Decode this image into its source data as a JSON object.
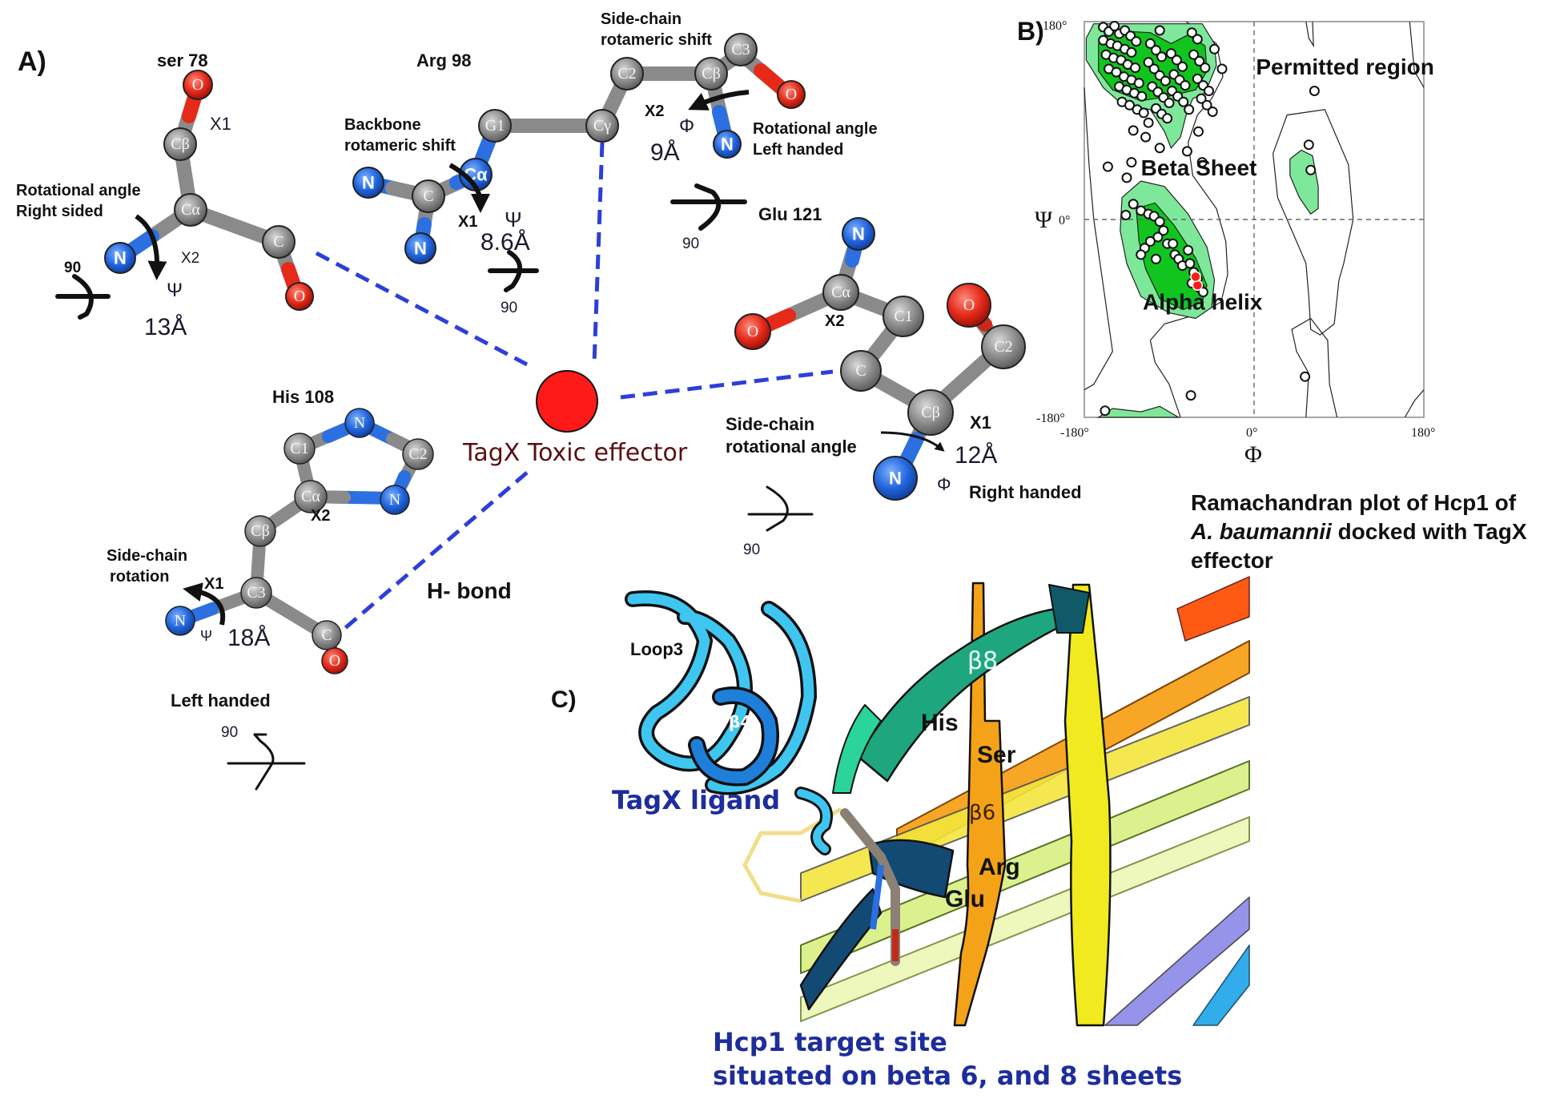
{
  "panels": {
    "a": {
      "label": "A)",
      "center": {
        "label": "TagX Toxic effector",
        "color": "#ff1a1a",
        "text_color": "#5a1010"
      },
      "hbond_label": "H- bond",
      "residues": [
        {
          "name": "ser 78",
          "atoms": [
            "O",
            "Cβ",
            "Cα",
            "N",
            "C",
            "O"
          ],
          "annotations": {
            "chi1": "X1",
            "chi2": "X2",
            "angle_symbol": "Ψ",
            "distance": "13Å",
            "rotation": "90",
            "note_line1": "Rotational angle",
            "note_line2": "Right sided"
          }
        },
        {
          "name": "Arg 98",
          "atoms": [
            "N",
            "C",
            "N",
            "Cα",
            "G1",
            "Cγ",
            "C2",
            "Cβ",
            "C3",
            "O",
            "N"
          ],
          "annotations": {
            "chi1": "X1",
            "chi2": "X2",
            "psi": "Ψ",
            "phi": "Φ",
            "distance1": "8.6Å",
            "distance2": "9Å",
            "rotation1": "90",
            "rotation2": "90",
            "backbone_note_line1": "Backbone",
            "backbone_note_line2": "rotameric shift",
            "sidechain_note_line1": "Side-chain",
            "sidechain_note_line2": "rotameric shift",
            "rot_note_line1": "Rotational angle",
            "rot_note_line2": "Left handed"
          }
        },
        {
          "name": "His 108",
          "atoms": [
            "N",
            "C1",
            "C2",
            "Cα",
            "N",
            "Cβ",
            "C3",
            "N",
            "C",
            "O"
          ],
          "annotations": {
            "chi1": "X1",
            "chi2": "X2",
            "angle_symbol": "Ψ",
            "distance": "18Å",
            "rotation": "90",
            "note_line1": "Side-chain",
            "note_line2": "rotation",
            "handedness": "Left handed"
          }
        },
        {
          "name": "Glu 121",
          "atoms": [
            "N",
            "Cα",
            "O",
            "C1",
            "C",
            "Cβ",
            "C2",
            "O",
            "N"
          ],
          "annotations": {
            "chi1": "X1",
            "chi2": "X2",
            "angle_symbol": "Φ",
            "distance": "12Å",
            "rotation": "90",
            "note_line1": "Side-chain",
            "note_line2": "rotational angle",
            "handedness": "Right handed"
          }
        }
      ]
    },
    "b": {
      "label": "B)",
      "caption_line1": "Ramachandran plot of Hcp1 of",
      "caption_species": "A. baumannii",
      "caption_line2_rest": " docked with TagX",
      "caption_line3": "effector"
    },
    "c": {
      "label": "C)",
      "ligand_label": "TagX ligand",
      "loop_label": "Loop3",
      "beta_labels": [
        "β4",
        "β8",
        "β6"
      ],
      "residue_labels": [
        "His",
        "Ser",
        "Arg",
        "Glu"
      ],
      "title_line1": "Hcp1 target site",
      "title_line2": "situated on beta 6, and 8 sheets"
    }
  },
  "chart_data": {
    "type": "scatter",
    "title": "Ramachandran plot of Hcp1 of A. baumannii docked with TagX effector",
    "xlabel": "Φ",
    "ylabel": "Ψ",
    "xlim": [
      -180,
      180
    ],
    "ylim": [
      -180,
      180
    ],
    "x_ticks": [
      "-180°",
      "0°",
      "180°"
    ],
    "y_ticks": [
      "180°",
      "0°",
      "-180°"
    ],
    "grid": "dashed zero lines",
    "annotations": [
      "Permitted region",
      "Beta Sheet",
      "Alpha helix"
    ],
    "colors": {
      "core": "#0fcc1a",
      "allowed": "#7ee89a",
      "point_fill": "#ffffff",
      "highlight": "#ff1a1a"
    },
    "points": [
      [
        -160,
        175
      ],
      [
        -154,
        171
      ],
      [
        -148,
        176
      ],
      [
        -143,
        169
      ],
      [
        -137,
        172
      ],
      [
        -131,
        167
      ],
      [
        -125,
        162
      ],
      [
        -160,
        163
      ],
      [
        -152,
        160
      ],
      [
        -145,
        158
      ],
      [
        -137,
        155
      ],
      [
        -130,
        152
      ],
      [
        -157,
        150
      ],
      [
        -149,
        147
      ],
      [
        -141,
        145
      ],
      [
        -134,
        141
      ],
      [
        -126,
        138
      ],
      [
        -154,
        137
      ],
      [
        -146,
        134
      ],
      [
        -138,
        130
      ],
      [
        -130,
        127
      ],
      [
        -122,
        124
      ],
      [
        -143,
        121
      ],
      [
        -135,
        118
      ],
      [
        -127,
        115
      ],
      [
        -119,
        112
      ],
      [
        -140,
        107
      ],
      [
        -132,
        104
      ],
      [
        -124,
        100
      ],
      [
        -117,
        97
      ],
      [
        -110,
        160
      ],
      [
        -104,
        154
      ],
      [
        -98,
        148
      ],
      [
        -112,
        143
      ],
      [
        -106,
        137
      ],
      [
        -100,
        131
      ],
      [
        -94,
        126
      ],
      [
        -108,
        121
      ],
      [
        -102,
        116
      ],
      [
        -96,
        111
      ],
      [
        -90,
        106
      ],
      [
        -104,
        101
      ],
      [
        -98,
        96
      ],
      [
        -88,
        151
      ],
      [
        -82,
        145
      ],
      [
        -76,
        139
      ],
      [
        -85,
        132
      ],
      [
        -79,
        127
      ],
      [
        -73,
        122
      ],
      [
        -87,
        117
      ],
      [
        -81,
        112
      ],
      [
        -75,
        107
      ],
      [
        -69,
        100
      ],
      [
        -66,
        170
      ],
      [
        -60,
        164
      ],
      [
        -64,
        150
      ],
      [
        -58,
        144
      ],
      [
        -52,
        138
      ],
      [
        -60,
        128
      ],
      [
        -54,
        122
      ],
      [
        -48,
        117
      ],
      [
        -56,
        110
      ],
      [
        -50,
        104
      ],
      [
        -44,
        98
      ],
      [
        -112,
        88
      ],
      [
        -128,
        81
      ],
      [
        -115,
        75
      ],
      [
        -100,
        172
      ],
      [
        -92,
        92
      ],
      [
        -42,
        155
      ],
      [
        -34,
        137
      ],
      [
        -59,
        80
      ],
      [
        -71,
        62
      ],
      [
        -100,
        65
      ],
      [
        -55,
        52
      ],
      [
        -130,
        52
      ],
      [
        -155,
        48
      ],
      [
        -135,
        38
      ],
      [
        -128,
        14
      ],
      [
        -120,
        8
      ],
      [
        -112,
        5
      ],
      [
        -106,
        3
      ],
      [
        -136,
        4
      ],
      [
        -100,
        -2
      ],
      [
        -96,
        -10
      ],
      [
        -102,
        -16
      ],
      [
        -110,
        -20
      ],
      [
        -116,
        -26
      ],
      [
        -120,
        -32
      ],
      [
        -104,
        -36
      ],
      [
        -92,
        -22
      ],
      [
        -86,
        -22
      ],
      [
        -84,
        -32
      ],
      [
        -80,
        -36
      ],
      [
        -76,
        -42
      ],
      [
        -70,
        -28
      ],
      [
        -68,
        -40
      ],
      [
        -64,
        -48
      ],
      [
        -60,
        -54
      ],
      [
        -66,
        -58
      ],
      [
        -58,
        -62
      ],
      [
        -54,
        -66
      ],
      [
        64,
        117
      ],
      [
        58,
        68
      ],
      [
        60,
        45
      ],
      [
        54,
        -143
      ],
      [
        -67,
        -160
      ],
      [
        -158,
        -174
      ]
    ],
    "highlight_points": [
      [
        -60,
        -60
      ],
      [
        -62,
        -52
      ]
    ]
  }
}
